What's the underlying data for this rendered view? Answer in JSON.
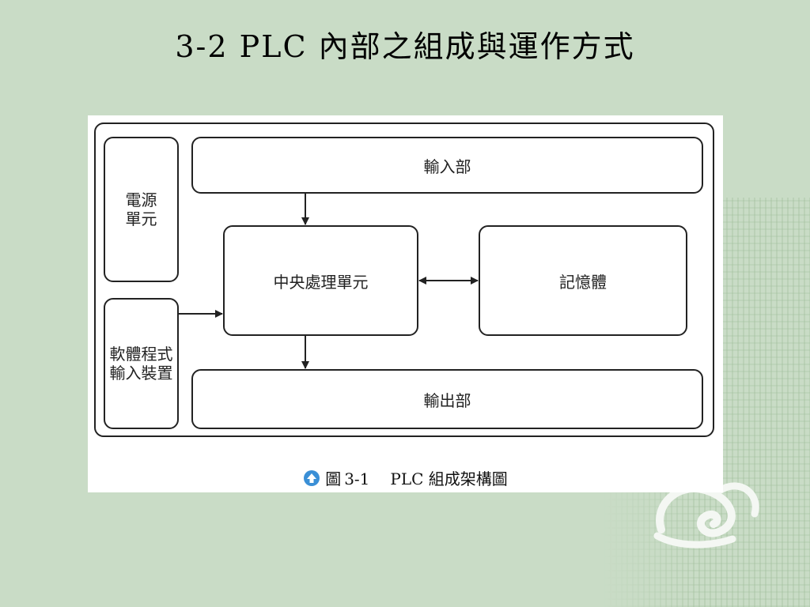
{
  "title": "3-2 PLC 內部之組成與運作方式",
  "diagram": {
    "nodes": {
      "power": "電源\n單元",
      "input": "輸入部",
      "cpu": "中央處理單元",
      "memory": "記憶體",
      "software": "軟體程式\n輸入裝置",
      "output": "輸出部"
    },
    "edges": [
      {
        "from": "input",
        "to": "cpu"
      },
      {
        "from": "software",
        "to": "cpu"
      },
      {
        "from": "cpu",
        "to": "memory",
        "bidirectional": true
      },
      {
        "from": "cpu",
        "to": "output"
      }
    ]
  },
  "caption": {
    "icon": "up-arrow-circle-icon",
    "label": "圖",
    "number": "3-1",
    "text": "PLC 組成架構圖"
  },
  "colors": {
    "background": "#c9dcc6",
    "caption_icon": "#3a8fd6"
  }
}
